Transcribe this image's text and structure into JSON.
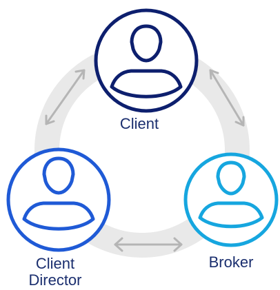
{
  "colors": {
    "ring": "#e9e9e9",
    "arrow": "#b5b5b5",
    "client": "#0d1f6e",
    "director": "#1f5ad6",
    "broker": "#16a6df",
    "label": "#1a2e6e"
  },
  "nodes": {
    "client": {
      "label": "Client",
      "icon": "person-icon"
    },
    "director": {
      "label_line1": "Client",
      "label_line2": "Director",
      "icon": "person-icon"
    },
    "broker": {
      "label": "Broker",
      "icon": "person-icon"
    }
  },
  "arrows": [
    "client-director",
    "client-broker",
    "director-broker"
  ]
}
